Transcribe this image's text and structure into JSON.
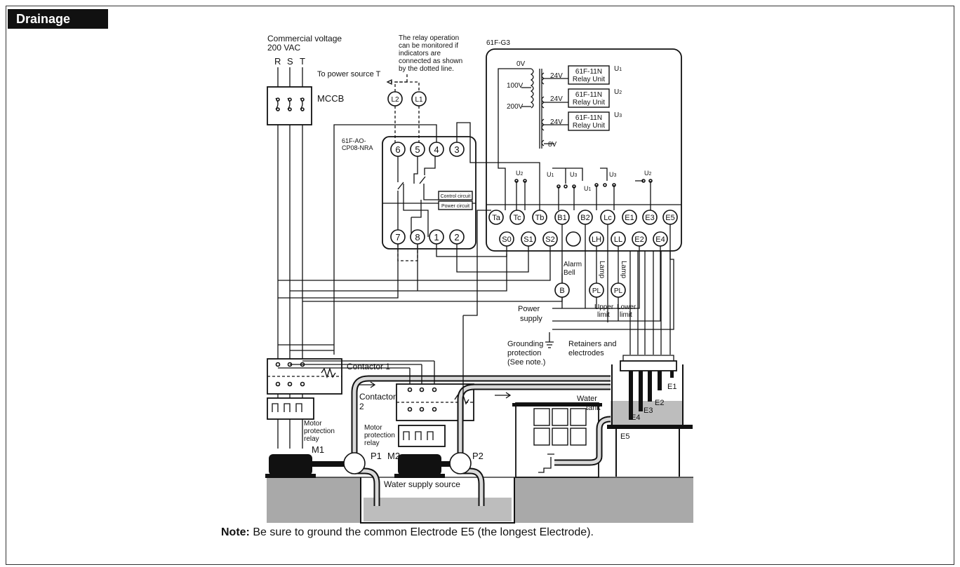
{
  "section_title": "Drainage",
  "labels": {
    "commercial_voltage": "Commercial voltage",
    "voltage_value": "200 VAC",
    "phase_r": "R",
    "phase_s": "S",
    "phase_t": "T",
    "mccb": "MCCB",
    "to_power_source": "To power source T",
    "relay_note": [
      "The relay operation",
      "can be monitored if",
      "indicators are",
      "connected as shown",
      "by the dotted line."
    ],
    "controller": "61F-G3",
    "v0": "0V",
    "v100": "100V",
    "v200": "200V",
    "v24": "24V",
    "v8": "8V",
    "relay_unit_model": "61F-11N",
    "relay_unit_text": "Relay Unit",
    "alternation_unit": [
      "61F-AO-",
      "CP08-NRA"
    ],
    "control_circuit": "Control circuit",
    "power_circuit": "Power circuit",
    "alarm_bell": [
      "Alarm",
      "Bell"
    ],
    "lamp": "Lamp",
    "power_supply": [
      "Power",
      "supply"
    ],
    "upper_limit": [
      "Upper",
      "limit"
    ],
    "lower_limit": [
      "Lower",
      "limit"
    ],
    "grounding": [
      "Grounding",
      "protection",
      "(See note.)"
    ],
    "retainers": [
      "Retainers and",
      "electrodes"
    ],
    "contactor1": "Contactor 1",
    "contactor2": [
      "Contactor",
      "2"
    ],
    "motor_relay": [
      "Motor",
      "protection",
      "relay"
    ],
    "m1": "M1",
    "m2": "M2",
    "p1": "P1",
    "p2": "P2",
    "water_tank": [
      "Water",
      "tank"
    ],
    "water_supply_source": "Water supply source"
  },
  "unit_terminals_top": [
    "6",
    "5",
    "4",
    "3"
  ],
  "unit_terminals_bottom": [
    "7",
    "8",
    "1",
    "2"
  ],
  "indicators": [
    "L2",
    "L1"
  ],
  "g3_terminals_top": [
    "Ta",
    "Tc",
    "Tb",
    "B1",
    "B2",
    "Lc",
    "E1",
    "E3",
    "E5"
  ],
  "g3_terminals_bottom": [
    "S0",
    "S1",
    "S2",
    "",
    "LH",
    "LL",
    "E2",
    "E4"
  ],
  "electrodes": [
    "E1",
    "E2",
    "E3",
    "E4",
    "E5"
  ],
  "note": {
    "prefix": "Note:",
    "text": " Be sure to ground the common Electrode E5 (the longest Electrode)."
  }
}
